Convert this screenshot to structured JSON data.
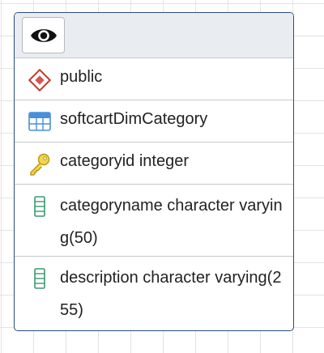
{
  "node": {
    "header_icon": "eye-icon",
    "rows": [
      {
        "icon": "schema-diamond-icon",
        "label": "public"
      },
      {
        "icon": "table-grid-icon",
        "label": "softcartDimCategory"
      },
      {
        "icon": "primary-key-icon",
        "label": "categoryid integer"
      },
      {
        "icon": "column-icon",
        "label": "categoryname character varying(50)"
      },
      {
        "icon": "column-icon",
        "label": "description character varying(255)"
      }
    ]
  },
  "colors": {
    "border": "#2a4d78",
    "header_bg": "#e9ecf1",
    "schema_icon": "#c0392b",
    "table_icon": "#4a90d9",
    "key_icon": "#e6c02a",
    "column_icon": "#3a9a6e"
  }
}
